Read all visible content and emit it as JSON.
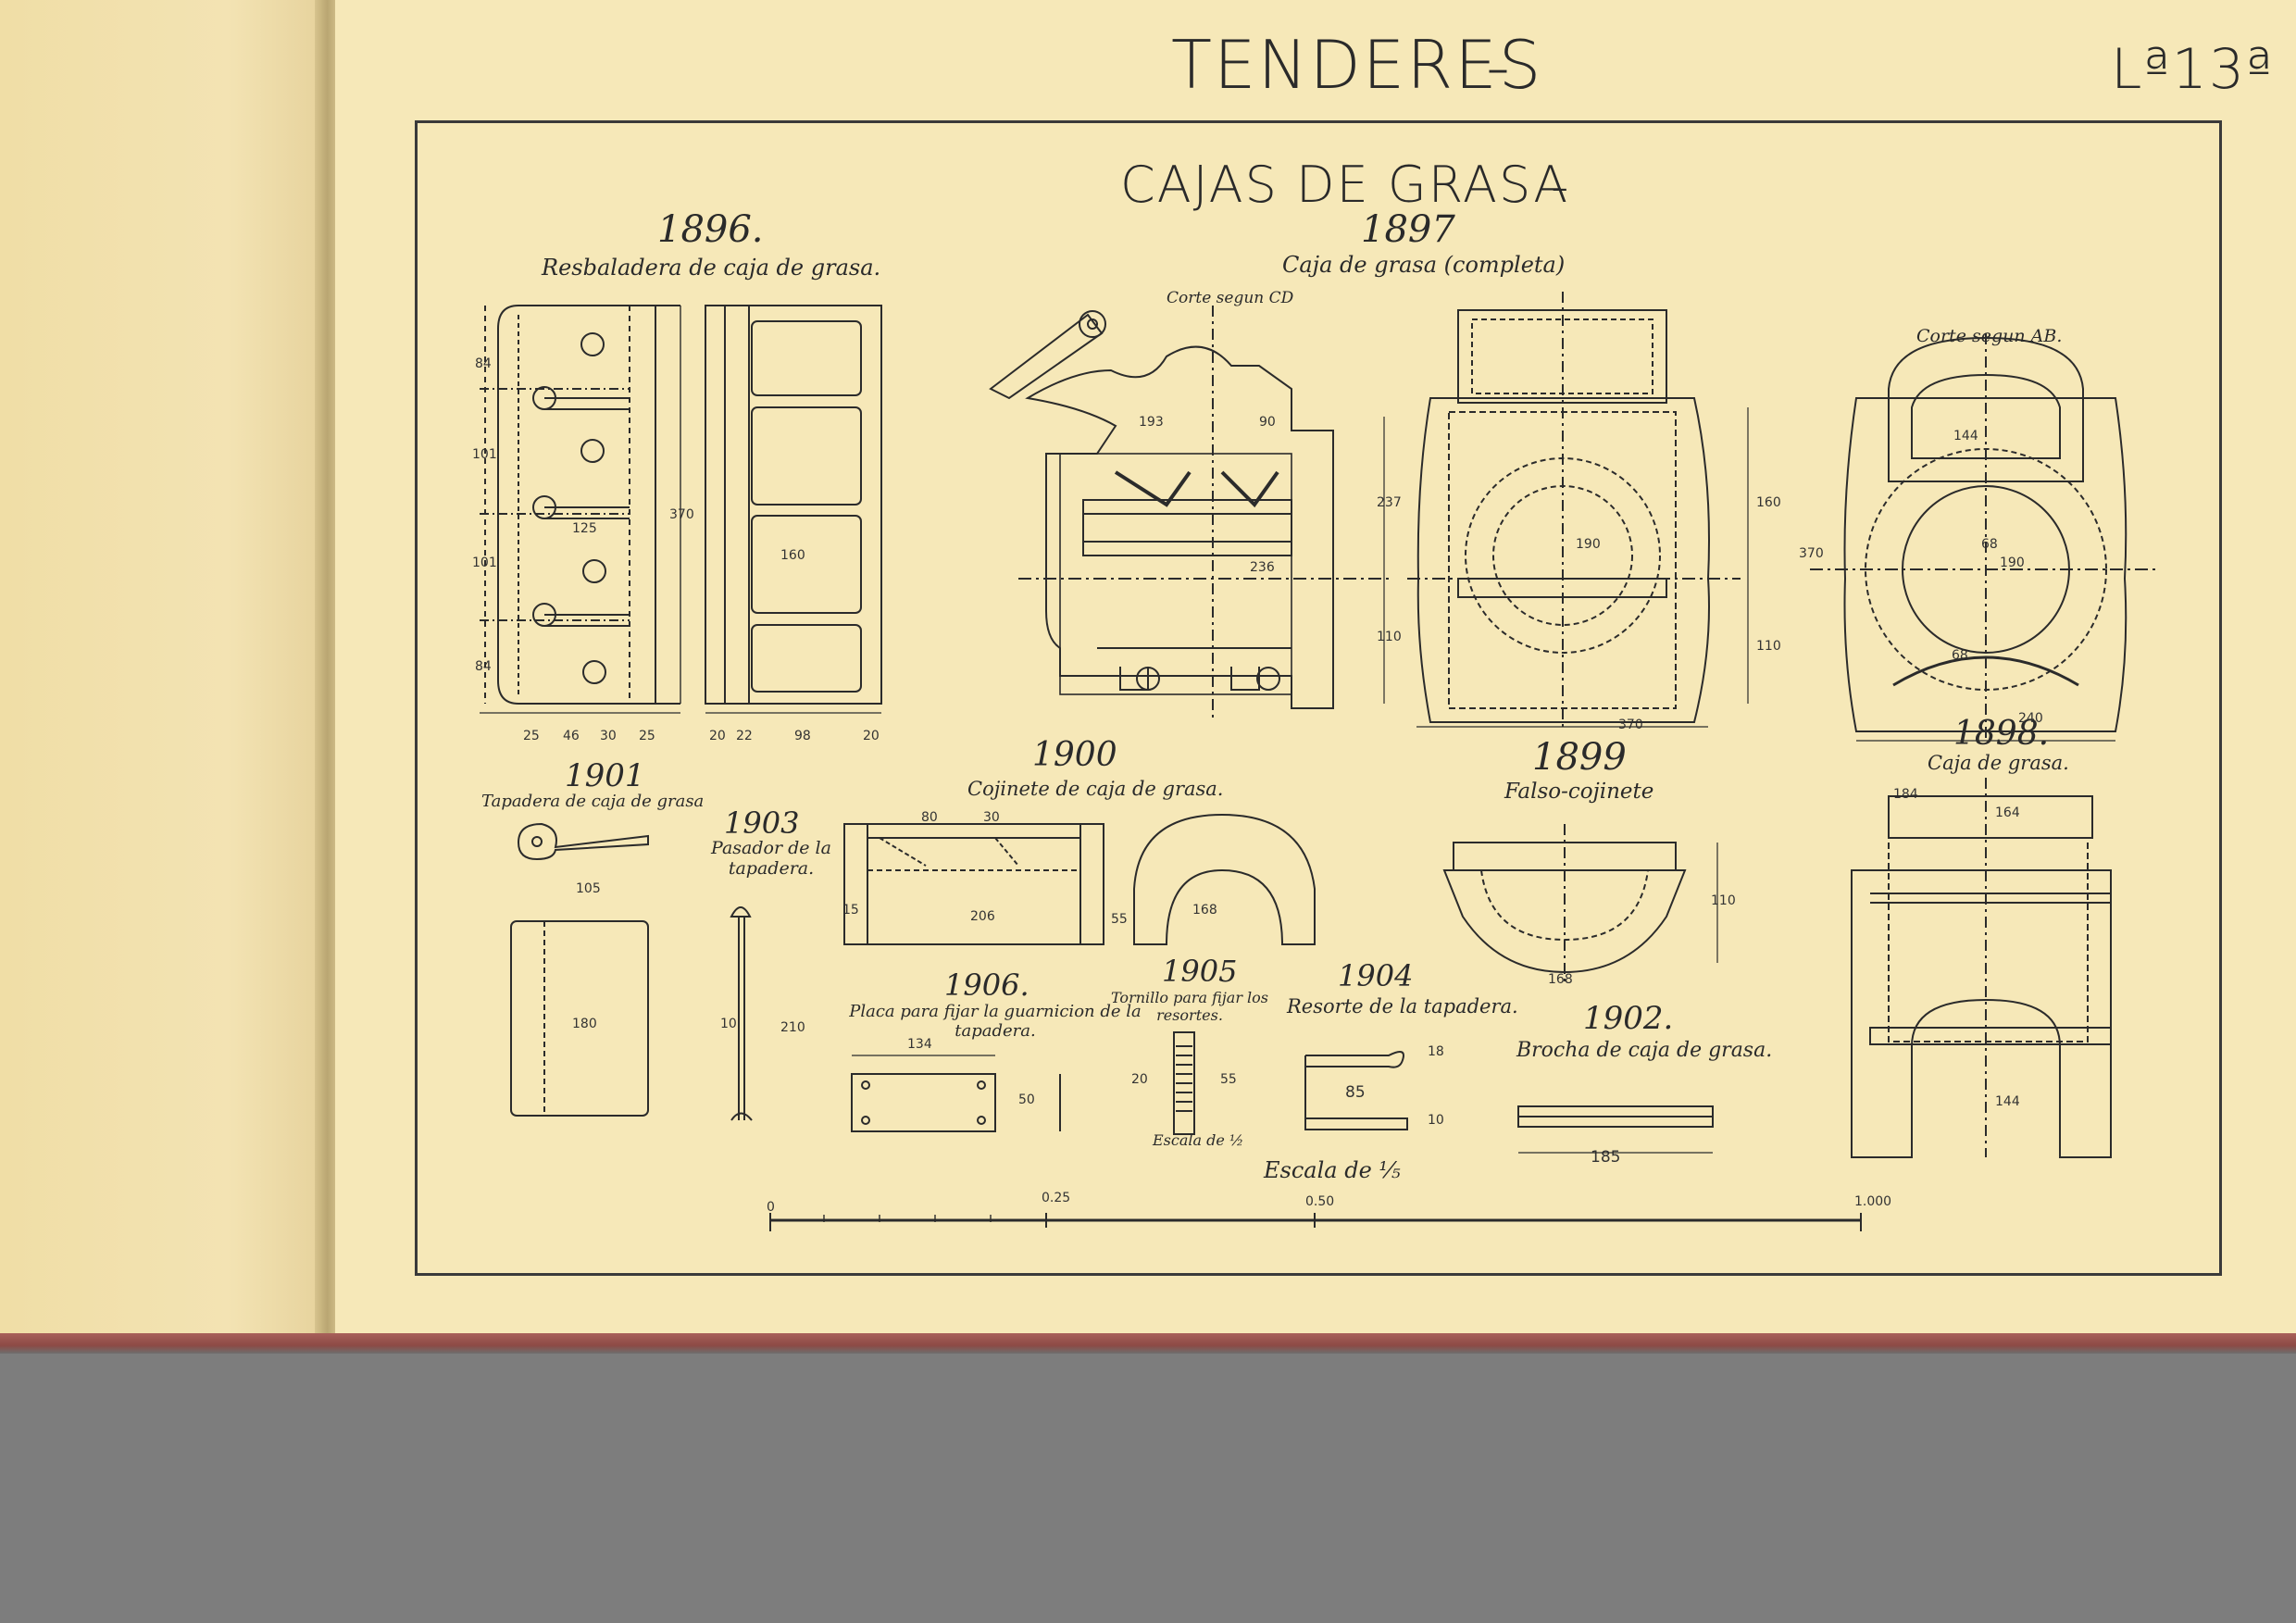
{
  "header": {
    "title": "TENDERES",
    "plate": "Lª13ª"
  },
  "sheet_title": "CAJAS DE GRASA",
  "figures": [
    {
      "id": "fig-1896",
      "number": "1896.",
      "caption": "Resbaladera de caja de grasa."
    },
    {
      "id": "fig-1897",
      "number": "1897",
      "caption": "Caja de grasa (completa)"
    },
    {
      "id": "fig-1898",
      "number": "1898.",
      "caption": "Caja de grasa."
    },
    {
      "id": "fig-1899",
      "number": "1899",
      "caption": "Falso-cojinete"
    },
    {
      "id": "fig-1900",
      "number": "1900",
      "caption": "Cojinete de caja de grasa."
    },
    {
      "id": "fig-1901",
      "number": "1901",
      "caption": "Tapadera de caja de grasa"
    },
    {
      "id": "fig-1902",
      "number": "1902.",
      "caption": "Brocha de caja de grasa."
    },
    {
      "id": "fig-1903",
      "number": "1903",
      "caption": "Pasador de la tapadera."
    },
    {
      "id": "fig-1904",
      "number": "1904",
      "caption": "Resorte de la tapadera."
    },
    {
      "id": "fig-1905",
      "number": "1905",
      "caption": "Tornillo para fijar los resortes."
    },
    {
      "id": "fig-1906",
      "number": "1906.",
      "caption": "Placa para fijar la guarnicion de la tapadera."
    }
  ],
  "section_labels": {
    "cd": "Corte segun CD",
    "ab": "Corte segun AB.",
    "scale_half": "Escala de ½"
  },
  "dimensions": {
    "d84a": "84",
    "d101a": "101",
    "d101b": "101",
    "d84b": "84",
    "d125": "125",
    "d370a": "370",
    "d160a": "160",
    "d25a": "25",
    "d46": "46",
    "d30": "30",
    "d25b": "25",
    "d20a": "20",
    "d22": "22",
    "d98": "98",
    "d20b": "20",
    "d193": "193",
    "d90": "90",
    "d236": "236",
    "d237": "237",
    "d110a": "110",
    "d160b": "160",
    "d110b": "110",
    "d190a": "190",
    "d370b": "370",
    "d144a": "144",
    "d190b": "190",
    "d370c": "370",
    "d240": "240",
    "d68a": "68",
    "d68b": "68",
    "d105": "105",
    "d180": "180",
    "d210": "210",
    "d10a": "10",
    "d80": "80",
    "d30b": "30",
    "d206": "206",
    "d168a": "168",
    "d15": "15",
    "d55": "55",
    "d110c": "110",
    "d168b": "168",
    "d134": "134",
    "d50": "50",
    "d85": "85",
    "d18": "18",
    "d10b": "10",
    "d185": "185",
    "d184": "184",
    "d164": "164",
    "d144b": "144",
    "d20": "20",
    "d55b": "55"
  },
  "scale_bar": {
    "caption": "Escala de ⅕",
    "ticks": [
      "0",
      "0.25",
      "0.50",
      "1.000"
    ]
  }
}
